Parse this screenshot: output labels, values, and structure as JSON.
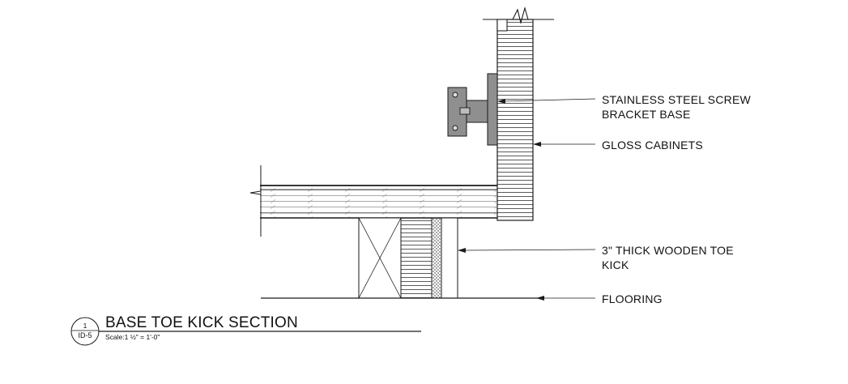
{
  "callouts": {
    "bracket_line1": "STAINLESS STEEL SCREW",
    "bracket_line2": "BRACKET BASE",
    "cabinets": "GLOSS CABINETS",
    "toe_kick_line1": "3\" THICK WOODEN TOE",
    "toe_kick_line2": "KICK",
    "flooring": "FLOORING"
  },
  "title_block": {
    "detail_number": "1",
    "sheet": "ID-5",
    "title": "BASE TOE KICK SECTION",
    "scale": "Scale:1 ½\" = 1'-0\""
  },
  "colors": {
    "line": "#1a1a1a",
    "bracket_fill": "#8f8f8f",
    "hatch": "#555555"
  }
}
